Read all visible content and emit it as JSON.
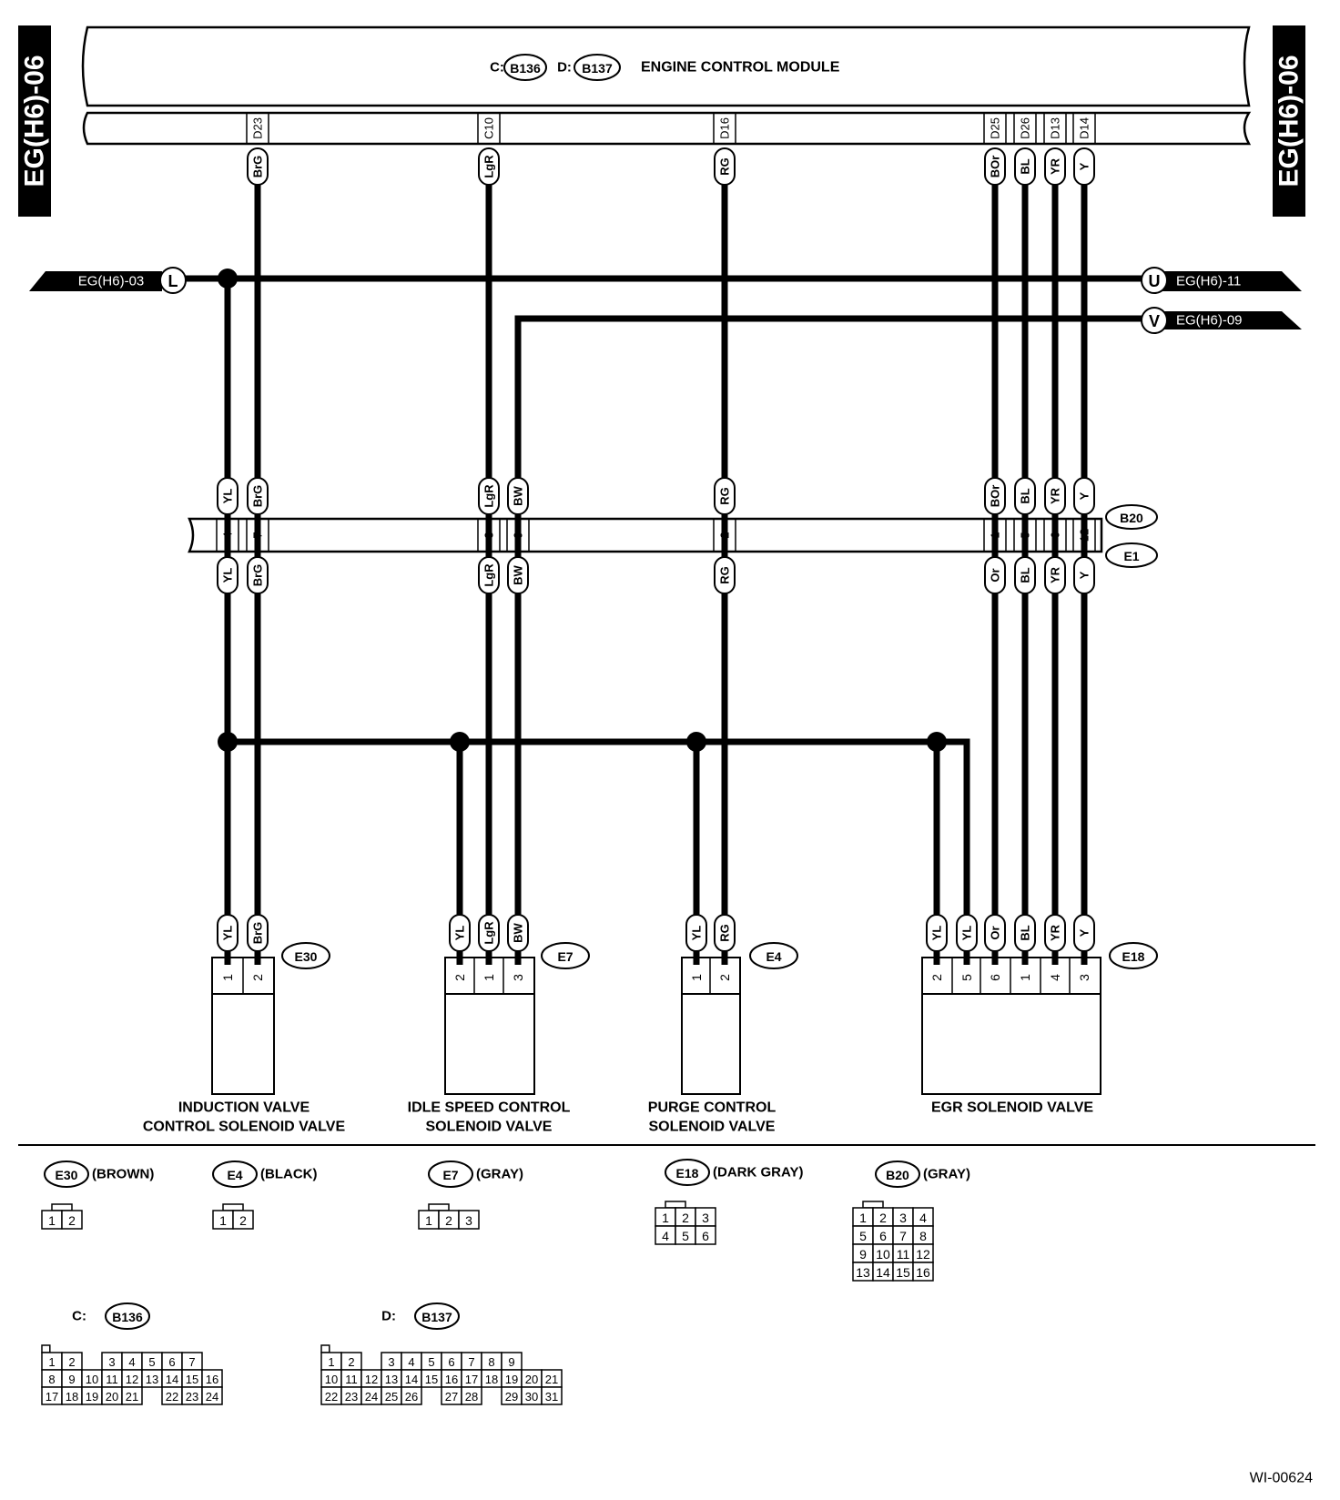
{
  "page_tag": "EG(H6)-06",
  "ecm": {
    "c_prefix": "C:",
    "c_id": "B136",
    "d_prefix": "D:",
    "d_id": "B137",
    "title": "ENGINE CONTROL MODULE",
    "pins": [
      "D23",
      "C10",
      "D16",
      "D25",
      "D26",
      "D13",
      "D14"
    ],
    "pin_wires": [
      "BrG",
      "LgR",
      "RG",
      "BOr",
      "BL",
      "YR",
      "Y"
    ]
  },
  "refs": {
    "l_label": "EG(H6)-03",
    "l_letter": "L",
    "u_label": "EG(H6)-11",
    "u_letter": "U",
    "v_label": "EG(H6)-09",
    "v_letter": "V"
  },
  "joint": {
    "id_top": "B20",
    "id_bottom": "E1",
    "top_wires": [
      "YL",
      "BrG",
      "LgR",
      "BW",
      "RG",
      "BOr",
      "BL",
      "YR",
      "Y"
    ],
    "pins": [
      "4",
      "7",
      "3",
      "9",
      "2",
      "1",
      "5",
      "6",
      "12"
    ],
    "bottom_wires": [
      "YL",
      "BrG",
      "LgR",
      "BW",
      "RG",
      "Or",
      "BL",
      "YR",
      "Y"
    ]
  },
  "components": [
    {
      "id": "E30",
      "wires": [
        "YL",
        "BrG"
      ],
      "pins": [
        "1",
        "2"
      ],
      "name_line1": "INDUCTION VALVE",
      "name_line2": "CONTROL SOLENOID VALVE"
    },
    {
      "id": "E7",
      "wires": [
        "YL",
        "LgR",
        "BW"
      ],
      "pins": [
        "2",
        "1",
        "3"
      ],
      "name_line1": "IDLE SPEED CONTROL",
      "name_line2": "SOLENOID VALVE"
    },
    {
      "id": "E4",
      "wires": [
        "YL",
        "RG"
      ],
      "pins": [
        "1",
        "2"
      ],
      "name_line1": "PURGE CONTROL",
      "name_line2": "SOLENOID VALVE"
    },
    {
      "id": "E18",
      "wires": [
        "YL",
        "YL",
        "Or",
        "BL",
        "YR",
        "Y"
      ],
      "pins": [
        "2",
        "5",
        "6",
        "1",
        "4",
        "3"
      ],
      "name_line1": "EGR SOLENOID VALVE",
      "name_line2": ""
    }
  ],
  "connector_legend": [
    {
      "id": "E30",
      "color": "(BROWN)",
      "rows": [
        [
          "1",
          "2"
        ]
      ]
    },
    {
      "id": "E4",
      "color": "(BLACK)",
      "rows": [
        [
          "1",
          "2"
        ]
      ]
    },
    {
      "id": "E7",
      "color": "(GRAY)",
      "rows": [
        [
          "1",
          "2",
          "3"
        ]
      ]
    },
    {
      "id": "E18",
      "color": "(DARK GRAY)",
      "rows": [
        [
          "1",
          "2",
          "3"
        ],
        [
          "4",
          "5",
          "6"
        ]
      ]
    },
    {
      "id": "B20",
      "color": "(GRAY)",
      "rows": [
        [
          "1",
          "2",
          "3",
          "4"
        ],
        [
          "5",
          "6",
          "7",
          "8"
        ],
        [
          "9",
          "10",
          "11",
          "12"
        ],
        [
          "13",
          "14",
          "15",
          "16"
        ]
      ]
    }
  ],
  "ecm_connectors": [
    {
      "prefix": "C:",
      "id": "B136",
      "rows": [
        [
          "1",
          "2",
          "",
          "3",
          "4",
          "5",
          "6",
          "7"
        ],
        [
          "8",
          "9",
          "10",
          "11",
          "12",
          "13",
          "14",
          "15",
          "16"
        ],
        [
          "17",
          "18",
          "19",
          "20",
          "21",
          "",
          "22",
          "23",
          "24"
        ]
      ]
    },
    {
      "prefix": "D:",
      "id": "B137",
      "rows": [
        [
          "1",
          "2",
          "",
          "3",
          "4",
          "5",
          "6",
          "7",
          "8",
          "9"
        ],
        [
          "10",
          "11",
          "12",
          "13",
          "14",
          "15",
          "16",
          "17",
          "18",
          "19",
          "20",
          "21"
        ],
        [
          "22",
          "23",
          "24",
          "25",
          "26",
          "",
          "27",
          "28",
          "",
          "29",
          "30",
          "31"
        ]
      ]
    }
  ],
  "figure_id": "WI-00624"
}
